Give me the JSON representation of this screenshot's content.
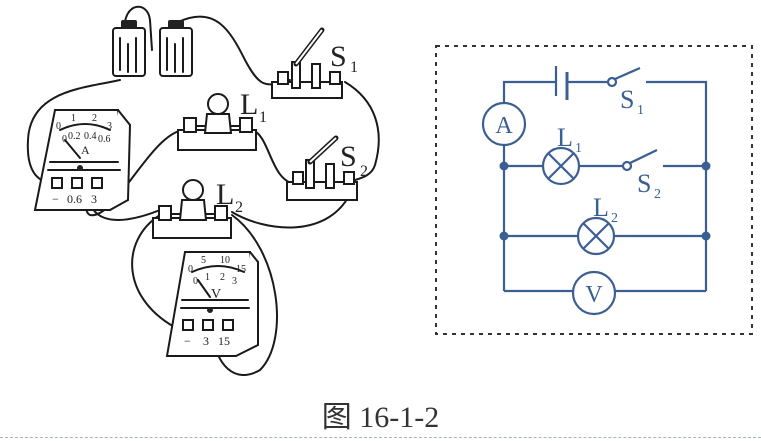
{
  "figure": {
    "caption": "图 16-1-2",
    "colors": {
      "ink": "#1a1a1a",
      "schematic": "#3b5f93",
      "frame": "#333333"
    }
  },
  "physical": {
    "battery_count": 2,
    "ammeter": {
      "unit": "A",
      "scale_top": [
        "0",
        "1",
        "2",
        "3"
      ],
      "scale_bottom": [
        "0",
        "0.2",
        "0.4",
        "0.6"
      ],
      "terminals": [
        "−",
        "0.6",
        "3"
      ]
    },
    "voltmeter": {
      "unit": "V",
      "scale_top": [
        "0",
        "5",
        "10",
        "15"
      ],
      "scale_bottom": [
        "0",
        "1",
        "2",
        "3"
      ],
      "terminals": [
        "−",
        "3",
        "15"
      ]
    },
    "labels": {
      "s1": "S",
      "s1_sub": "1",
      "s2": "S",
      "s2_sub": "2",
      "l1": "L",
      "l1_sub": "1",
      "l2": "L",
      "l2_sub": "2"
    }
  },
  "schematic": {
    "ammeter_symbol": "A",
    "voltmeter_symbol": "V",
    "labels": {
      "s1": "S",
      "s1_sub": "1",
      "s2": "S",
      "s2_sub": "2",
      "l1": "L",
      "l1_sub": "1",
      "l2": "L",
      "l2_sub": "2"
    }
  }
}
